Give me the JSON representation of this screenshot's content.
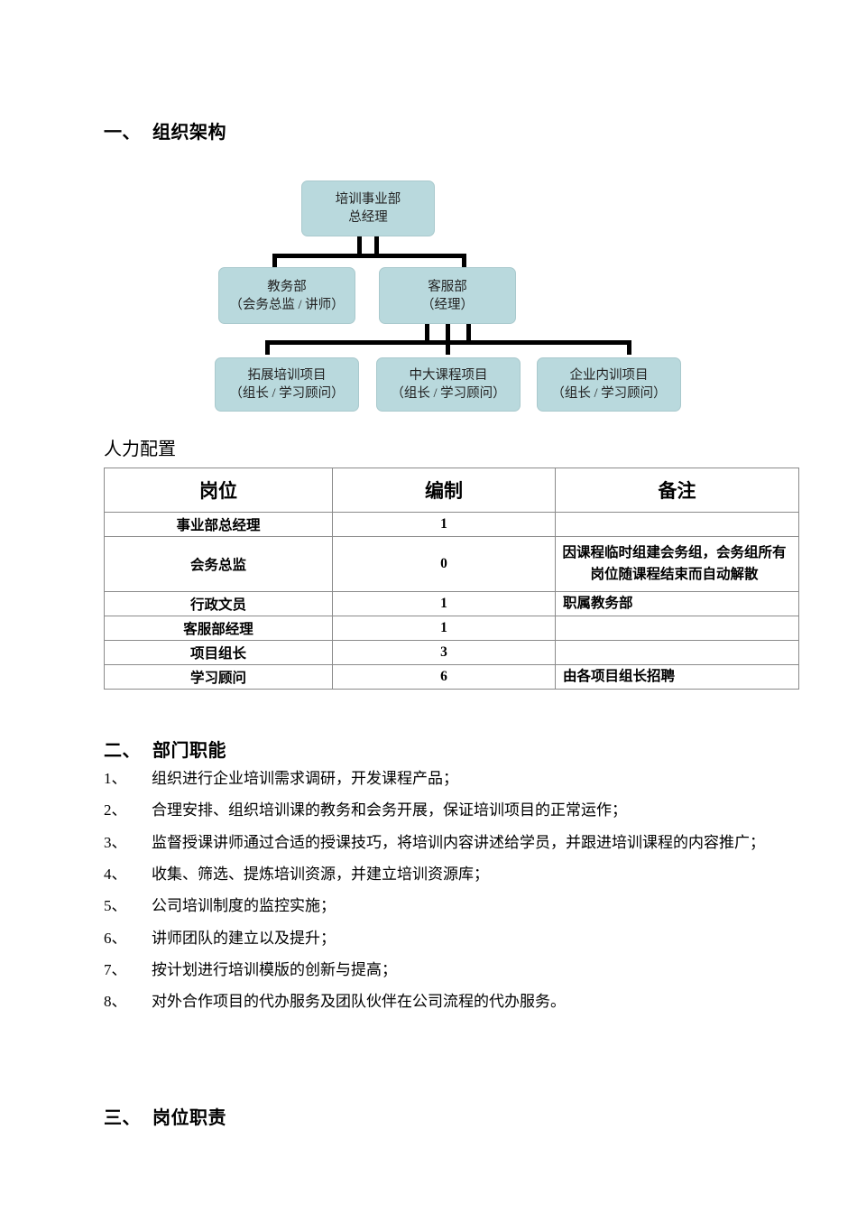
{
  "document": {
    "sections": [
      {
        "num": "一、",
        "title": "组织架构"
      },
      {
        "num": "二、",
        "title": "部门职能"
      },
      {
        "num": "三、",
        "title": "岗位职责"
      }
    ],
    "subheading_staffing": "人力配置"
  },
  "org_chart": {
    "root": {
      "line1": "培训事业部",
      "line2": "总经理"
    },
    "level2": [
      {
        "line1": "教务部",
        "line2": "（会务总监 / 讲师）"
      },
      {
        "line1": "客服部",
        "line2": "（经理）"
      }
    ],
    "level3": [
      {
        "line1": "拓展培训项目",
        "line2": "（组长 / 学习顾问）"
      },
      {
        "line1": "中大课程项目",
        "line2": "（组长 / 学习顾问）"
      },
      {
        "line1": "企业内训项目",
        "line2": "（组长 / 学习顾问）"
      }
    ],
    "box_fill": "#b9d9dd",
    "connector_color": "#000000"
  },
  "staffing_table": {
    "columns": [
      "岗位",
      "编制",
      "备注"
    ],
    "rows": [
      {
        "position": "事业部总经理",
        "count": "1",
        "count_accent": false,
        "note": "",
        "note_centered": false
      },
      {
        "position": "会务总监",
        "count": "0",
        "count_accent": false,
        "note": "因课程临时组建会务组，会务组所有岗位随课程结束而自动解散",
        "note_centered": true
      },
      {
        "position": "行政文员",
        "count": "1",
        "count_accent": false,
        "note": "职属教务部",
        "note_centered": false
      },
      {
        "position": "客服部经理",
        "count": "1",
        "count_accent": true,
        "note": "",
        "note_centered": false
      },
      {
        "position": "项目组长",
        "count": "3",
        "count_accent": false,
        "note": "",
        "note_centered": false
      },
      {
        "position": "学习顾问",
        "count": "6",
        "count_accent": true,
        "note": "由各项目组长招聘",
        "note_centered": false
      }
    ],
    "accent_color": "#e8761e"
  },
  "duties": {
    "items": [
      {
        "index": "1、",
        "text": "组织进行企业培训需求调研，开发课程产品；"
      },
      {
        "index": "2、",
        "text": "合理安排、组织培训课的教务和会务开展，保证培训项目的正常运作；"
      },
      {
        "index": "3、",
        "text": "监督授课讲师通过合适的授课技巧，将培训内容讲述给学员，并跟进培训课程的内容推广；"
      },
      {
        "index": "4、",
        "text": "收集、筛选、提炼培训资源，并建立培训资源库；"
      },
      {
        "index": "5、",
        "text": "公司培训制度的监控实施；"
      },
      {
        "index": "6、",
        "text": "讲师团队的建立以及提升；"
      },
      {
        "index": "7、",
        "text": "按计划进行培训模版的创新与提高；"
      },
      {
        "index": "8、",
        "text": "对外合作项目的代办服务及团队伙伴在公司流程的代办服务。"
      }
    ]
  }
}
